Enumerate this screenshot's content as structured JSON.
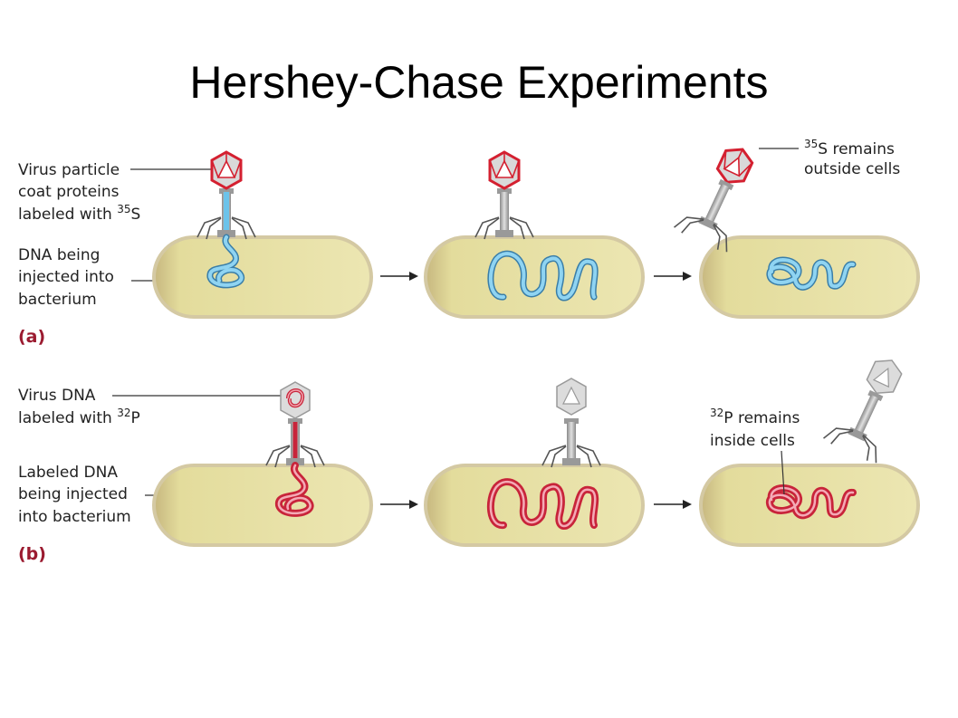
{
  "title": "Hershey-Chase Experiments",
  "panel_a": {
    "letter": "(a)",
    "label_virus": [
      "Virus particle",
      "coat proteins"
    ],
    "label_with": "labeled with ",
    "isotope_mass": "35",
    "isotope_symbol": "S",
    "label_dna": [
      "DNA being",
      "injected into",
      "bacterium"
    ],
    "result_line1": " remains",
    "result_line2": "outside cells"
  },
  "panel_b": {
    "letter": "(b)",
    "label_virus": "Virus DNA",
    "label_with": "labeled with ",
    "isotope_mass": "32",
    "isotope_symbol": "P",
    "label_dna": [
      "Labeled DNA",
      "being injected",
      "into bacterium"
    ],
    "result_line1": " remains",
    "result_line2": "inside cells"
  },
  "colors": {
    "cell_fill": "#e3dc9c",
    "cell_edge": "#d4c9a3",
    "dna_blue": "#6cc3ea",
    "dna_red": "#c8243a",
    "coat_red": "#d42030",
    "phage_gray": "#bdbdbd",
    "panel_label": "#9b1b30"
  }
}
